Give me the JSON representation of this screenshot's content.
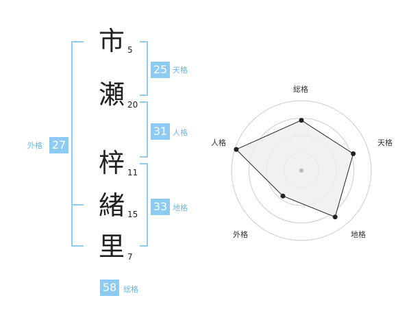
{
  "name": {
    "characters": [
      {
        "char": "市",
        "strokes": "5"
      },
      {
        "char": "瀬",
        "strokes": "20"
      },
      {
        "char": "梓",
        "strokes": "11"
      },
      {
        "char": "緒",
        "strokes": "15"
      },
      {
        "char": "里",
        "strokes": "7"
      }
    ]
  },
  "fortune": {
    "tenkaku": {
      "value": "25",
      "label": "天格"
    },
    "jinkaku": {
      "value": "31",
      "label": "人格"
    },
    "chikaku": {
      "value": "33",
      "label": "地格"
    },
    "gaikaku": {
      "value": "27",
      "label": "外格"
    },
    "soukaku": {
      "value": "58",
      "label": "総格"
    }
  },
  "chart_data": {
    "type": "radar",
    "axes": [
      "総格",
      "天格",
      "地格",
      "外格",
      "人格"
    ],
    "values": [
      0.72,
      0.78,
      0.82,
      0.45,
      0.98
    ],
    "max": 1,
    "rings": 4,
    "colors": {
      "fill": "#eeeeee",
      "stroke": "#222222",
      "grid": "#cccccc",
      "center": "#bbbbbb"
    }
  }
}
